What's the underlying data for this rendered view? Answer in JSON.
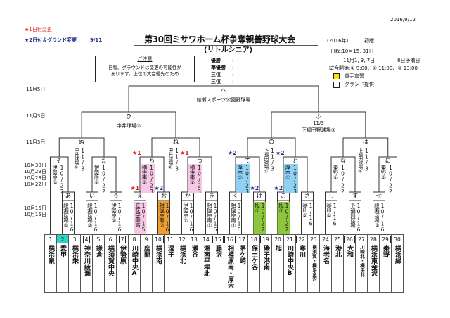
{
  "header": {
    "doc_date": "2016/9/12",
    "change_note_1": "★1日付変更",
    "change_note_2": "★2日付＆グランド変更",
    "change_note_2_date": "9/11",
    "title": "第30回ミサワホーム杯争奪親善野球大会",
    "subtitle": "(リトルシニア)",
    "year": "(2016年)",
    "edition": "初版",
    "schedule": "日程:10月15, 31日",
    "schedule_2": "11月1, 3, 7日",
    "reserve_day": "8日予備日",
    "start_times": "試合開始:① 9:00、② 11:00、③ 13:00",
    "legend": [
      {
        "label": "選手宣誓",
        "color": "#f5e800"
      },
      {
        "label": "グランド提供",
        "color": "#ffffff"
      }
    ]
  },
  "notice": {
    "heading": "ご注意",
    "line1": "日程、グラウンドは変更の可能性が",
    "line2": "あります。上位の大会優先のため"
  },
  "results": [
    {
      "label": "優勝",
      "value": ":"
    },
    {
      "label": "準優勝",
      "value": ":"
    },
    {
      "label": "三位",
      "value": ":"
    },
    {
      "label": "三位",
      "value": ":"
    }
  ],
  "round_dates": {
    "r5": "11月5日",
    "r4": "11月3日",
    "r3": "11月3日",
    "r2": [
      "10月30日",
      "10月29日",
      "10月23日",
      "10月22日"
    ],
    "r1": [
      "10月16日",
      "10月15日"
    ]
  },
  "colors": {
    "pink": "#f7c8e6",
    "orange": "#f0a030",
    "blue": "#8fd0f3",
    "green": "#8cc63f",
    "cyan": "#2fd3c3",
    "star1": "#d81c1c",
    "star2": "#1a2f8a"
  },
  "teams": [
    {
      "no": "1",
      "name": "横浜泉"
    },
    {
      "no": "2",
      "name": "愛甲",
      "highlight": "cyan"
    },
    {
      "no": "3",
      "name": "横浜栄"
    },
    {
      "no": "4",
      "name": "神奈川綾瀬",
      "host": true
    },
    {
      "no": "5",
      "name": "鎌倉"
    },
    {
      "no": "6",
      "name": "横須賀中央"
    },
    {
      "no": "7",
      "name": "伊勢原",
      "host": true
    },
    {
      "no": "8",
      "name": "川崎中央A"
    },
    {
      "no": "9",
      "name": "座間"
    },
    {
      "no": "10",
      "name": "横浜南",
      "host": true
    },
    {
      "no": "11",
      "name": "逗子"
    },
    {
      "no": "12",
      "name": "横浜北"
    },
    {
      "no": "13",
      "name": "瀬谷"
    },
    {
      "no": "14",
      "name": "湘南平塚北"
    },
    {
      "no": "15",
      "name": "藤沢",
      "host": true
    },
    {
      "no": "16",
      "name": "相模原南・厚木",
      "host": true
    },
    {
      "no": "17",
      "name": "茅ケ崎"
    },
    {
      "no": "18",
      "name": "保土ケ谷"
    },
    {
      "no": "19",
      "name": "磯子港南",
      "host": true
    },
    {
      "no": "20",
      "name": "旭"
    },
    {
      "no": "21",
      "name": "川崎中央B"
    },
    {
      "no": "22",
      "name": "寒川",
      "host": true
    },
    {
      "no": "23",
      "name": "横須賀・横浜金沢",
      "small": true
    },
    {
      "no": "24",
      "name": "海老名"
    },
    {
      "no": "25",
      "name": "港北"
    },
    {
      "no": "26",
      "name": "大和",
      "host": true
    },
    {
      "no": "27",
      "name": "川崎北・横浜北",
      "small": true
    },
    {
      "no": "28",
      "name": "横浜東金沢"
    },
    {
      "no": "29",
      "name": "秦野",
      "host": true
    },
    {
      "no": "30",
      "name": "横浜緑"
    }
  ],
  "games": [
    {
      "id": "あ",
      "round": 1,
      "a": 2,
      "b": 3,
      "venue": "綾瀬球場①",
      "date": "10/16"
    },
    {
      "id": "い",
      "round": 1,
      "a": 4,
      "b": 5,
      "venue": "綾瀬球場②",
      "date": "10/16"
    },
    {
      "id": "う",
      "round": 1,
      "a": 6,
      "b": 7,
      "venue": "伊勢原②",
      "date": "10/16"
    },
    {
      "id": "え",
      "round": 1,
      "a": 8,
      "b": 9,
      "venue": "立花学園高",
      "date": "10/15",
      "highlight": "pink",
      "star": "★1"
    },
    {
      "id": "お",
      "round": 1,
      "a": 10,
      "b": 11,
      "venue": "相模原南③",
      "date": "10/16",
      "highlight": "orange",
      "star": "★2"
    },
    {
      "id": "か",
      "round": 1,
      "a": 12,
      "b": 13,
      "venue": "伊勢原①",
      "date": "10/16"
    },
    {
      "id": "き",
      "round": 1,
      "a": 14,
      "b": 15,
      "venue": "相模原南①",
      "date": "10/16"
    },
    {
      "id": "く",
      "round": 1,
      "a": 16,
      "b": 17,
      "venue": "相模原南②",
      "date": "10/16"
    },
    {
      "id": "け",
      "round": 1,
      "a": 18,
      "b": 19,
      "venue": "旭①",
      "date": "10/22",
      "highlight": "green",
      "star": "★2"
    },
    {
      "id": "こ",
      "round": 1,
      "a": 20,
      "b": 21,
      "venue": "旭②",
      "date": "10/22",
      "highlight": "green",
      "star": "★2"
    },
    {
      "id": "さ",
      "round": 1,
      "a": 22,
      "b": 23,
      "venue": "寒川②",
      "date": "1/16"
    },
    {
      "id": "し",
      "round": 1,
      "a": 24,
      "b": 25,
      "venue": "寒川①",
      "date": "1/16"
    },
    {
      "id": "す",
      "round": 1,
      "a": 26,
      "b": 27,
      "venue": "下福田球場",
      "date": "10/16"
    },
    {
      "id": "せ",
      "round": 1,
      "a": 28,
      "b": 29,
      "venue": "綾瀬球場③",
      "date": "10/16"
    },
    {
      "id": "そ",
      "round": 2,
      "a": 1,
      "b": "あ",
      "venue": "伊勢原①",
      "date": "10/22"
    },
    {
      "id": "た",
      "round": 2,
      "a": "い",
      "b": "う",
      "venue": "伊勢原②",
      "date": "10/22"
    },
    {
      "id": "ち",
      "round": 2,
      "a": "え",
      "b": "お",
      "venue": "横浜南②",
      "date": "10/23",
      "highlight": "pink",
      "star": "★1"
    },
    {
      "id": "つ",
      "round": 2,
      "a": "か",
      "b": "き",
      "venue": "横浜南①",
      "date": "10/23",
      "highlight": "pink",
      "star": "★1"
    },
    {
      "id": "て",
      "round": 2,
      "a": "く",
      "b": "け",
      "venue": "厚木②",
      "date": "10/23",
      "highlight": "blue",
      "star": "★2"
    },
    {
      "id": "と",
      "round": 2,
      "a": "こ",
      "b": "さ",
      "venue": "厚木①",
      "date": "10/23",
      "highlight": "blue",
      "star": "★2"
    },
    {
      "id": "な",
      "round": 2,
      "a": "し",
      "b": "す",
      "venue": "秦野①",
      "date": "10/22"
    },
    {
      "id": "に",
      "round": 2,
      "a": "せ",
      "b": 30,
      "venue": "秦野②",
      "date": "10/22"
    },
    {
      "id": "ぬ",
      "round": 3,
      "a": "そ",
      "b": "た",
      "venue": "中井球場①",
      "date": "11/3"
    },
    {
      "id": "ね",
      "round": 3,
      "a": "ち",
      "b": "つ",
      "venue": "中井球場②",
      "date": "11/3"
    },
    {
      "id": "の",
      "round": 3,
      "a": "て",
      "b": "と",
      "venue": "下福田球場①",
      "date": "11/3"
    },
    {
      "id": "は",
      "round": 3,
      "a": "な",
      "b": "に",
      "venue": "下福田球場②",
      "date": "11/3"
    },
    {
      "id": "ひ",
      "round": 4,
      "a": "ぬ",
      "b": "ね",
      "venue": "中井球場③"
    },
    {
      "id": "ふ",
      "round": 4,
      "a": "の",
      "b": "は",
      "venue": "下福田野球場③",
      "date": "11/3"
    },
    {
      "id": "へ",
      "round": 5,
      "a": "ひ",
      "b": "ふ",
      "venue": "綾瀬スポーツ公園野球場"
    }
  ]
}
